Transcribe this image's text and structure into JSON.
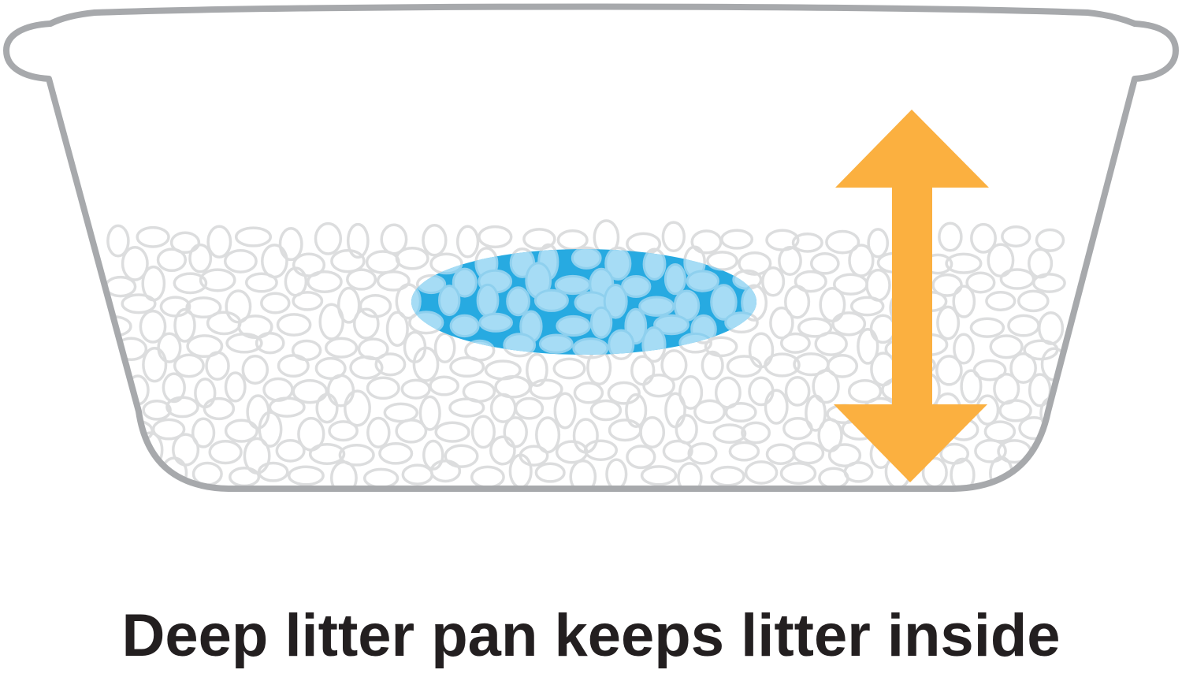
{
  "caption": "Deep litter pan keeps litter inside",
  "colors": {
    "pan_outline": "#A7A9AC",
    "pellet_outline": "#DCDDDE",
    "wet_spot": "#27AAE1",
    "wet_pellet_fill": "#A6DCF5",
    "wet_pellet_outline": "#8FD0EE",
    "arrow": "#FBB040",
    "caption_text": "#231F20",
    "background": "#FFFFFF"
  },
  "icons": {
    "pan": "litter-pan-outline",
    "litter": "litter-pellets",
    "wet_spot": "clumping-wet-spot",
    "arrow": "double-headed-vertical-arrow"
  }
}
